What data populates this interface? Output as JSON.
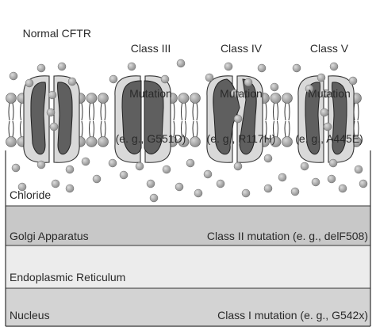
{
  "columns": [
    {
      "id": "normal",
      "label": "Normal CFTR",
      "label_lines": [
        "Normal CFTR"
      ]
    },
    {
      "id": "class3",
      "label": "Class III Mutation (e. g., G551D)",
      "label_lines": [
        "Class III",
        "Mutation",
        "(e. g., G551D)"
      ]
    },
    {
      "id": "class4",
      "label": "Class IV Mutation (e. g., R117H)",
      "label_lines": [
        "Class IV",
        "Mutation",
        "(e. g., R117H)"
      ]
    },
    {
      "id": "class5",
      "label": "Class V Mutation (e. g., A445E)",
      "label_lines": [
        "Class V",
        "Mutation",
        "(e. g., A445E)"
      ]
    }
  ],
  "regions": {
    "chloride": "Chloride",
    "golgi": "Golgi Apparatus",
    "golgi_mutation": "Class II mutation (e. g., delF508)",
    "er": "Endoplasmic Reticulum",
    "nucleus": "Nucleus",
    "nucleus_mutation": "Class I mutation (e. g., G542x)"
  },
  "colors": {
    "ion": "#9a9a9a",
    "lipid_head": "#a8a8a8",
    "channel_outer": "#d9d9d9",
    "channel_inner": "#5f5f5f",
    "golgi_band": "#c8c8c8",
    "er_band": "#ececec",
    "nucleus_band": "#d3d3d3",
    "border": "#333333"
  }
}
